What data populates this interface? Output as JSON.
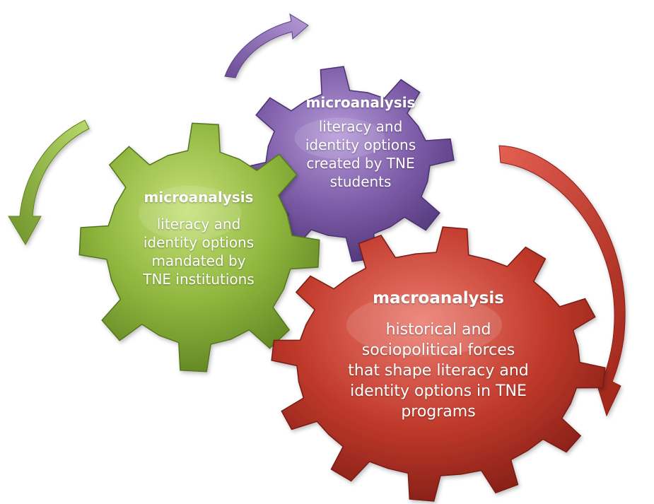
{
  "gears": {
    "purple": {
      "title": "microanalysis",
      "lines": [
        "literacy and",
        "identity options",
        "created by TNE",
        "students"
      ],
      "color": "#7b5aa6"
    },
    "green": {
      "title": "microanalysis",
      "lines": [
        "literacy and",
        "identity  options",
        "mandated by",
        "TNE institutions"
      ],
      "color": "#8db43c"
    },
    "red": {
      "title": "macroanalysis",
      "lines": [
        "historical and",
        "sociopolitical forces",
        "that shape literacy and",
        "identity options in TNE",
        "programs"
      ],
      "color": "#c0392b"
    }
  },
  "arrows": [
    {
      "name": "purple-cycle-arrow",
      "color": "#8a66b4"
    },
    {
      "name": "green-cycle-arrow",
      "color": "#8db43c"
    },
    {
      "name": "red-cycle-arrow",
      "color": "#c9302c"
    }
  ]
}
